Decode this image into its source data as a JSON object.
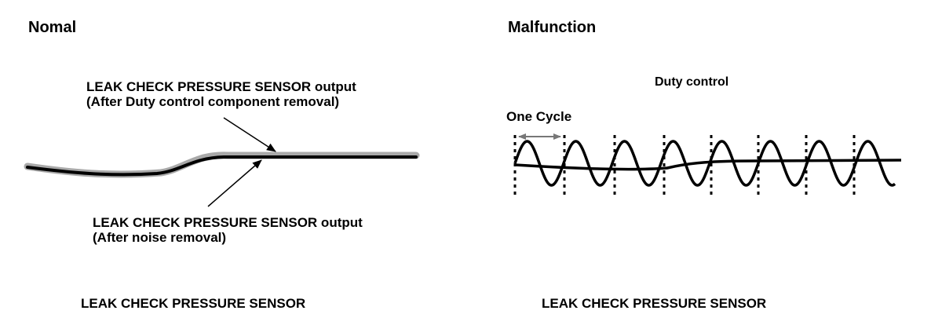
{
  "normal": {
    "title": "Nomal",
    "label_top_line1": "LEAK CHECK PRESSURE SENSOR output",
    "label_top_line2": "(After Duty control component removal)",
    "label_bottom_line1": "LEAK CHECK PRESSURE SENSOR output",
    "label_bottom_line2": "(After noise removal)",
    "caption": "LEAK CHECK PRESSURE SENSOR"
  },
  "malfunction": {
    "title": "Malfunction",
    "duty_label": "Duty control",
    "cycle_label": "One Cycle",
    "caption": "LEAK CHECK PRESSURE SENSOR"
  }
}
